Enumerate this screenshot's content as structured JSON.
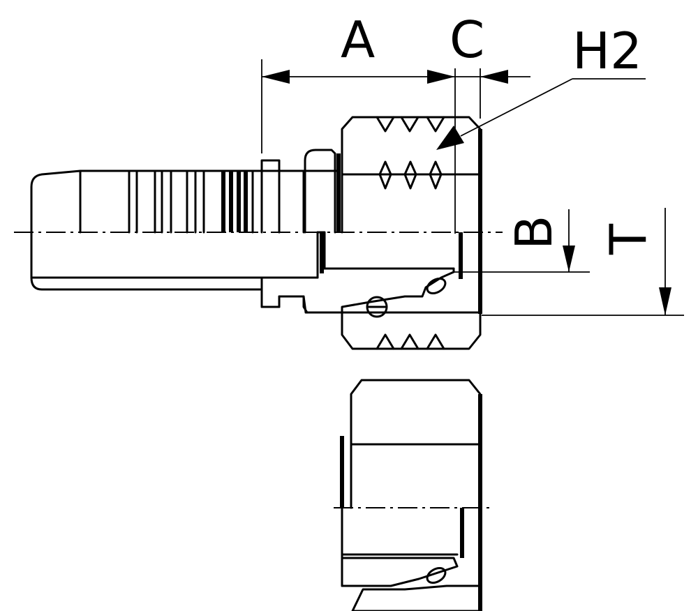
{
  "drawing": {
    "dimensions": {
      "a": "A",
      "c": "C",
      "h2": "H2",
      "b": "B",
      "t": "T"
    }
  }
}
